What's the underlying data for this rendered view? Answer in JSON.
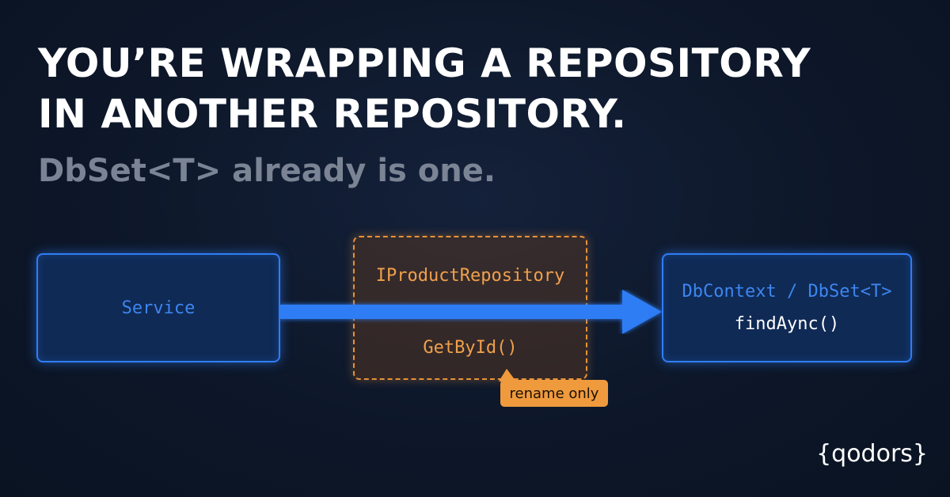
{
  "headline": {
    "line1": "YOU’RE WRAPPING A REPOSITORY",
    "line2": "IN ANOTHER REPOSITORY."
  },
  "subheadline": "DbSet<T> already is one.",
  "diagram": {
    "service_box": {
      "label": "Service"
    },
    "repository_box": {
      "interface": "IProductRepository",
      "method": "GetById()"
    },
    "dbcontext_box": {
      "title": "DbContext / DbSet<T>",
      "method": "findAync()"
    },
    "badge": "rename only",
    "colors": {
      "blue": "#2f7df5",
      "orange": "#f09a3e"
    }
  },
  "logo": "{qodors}"
}
